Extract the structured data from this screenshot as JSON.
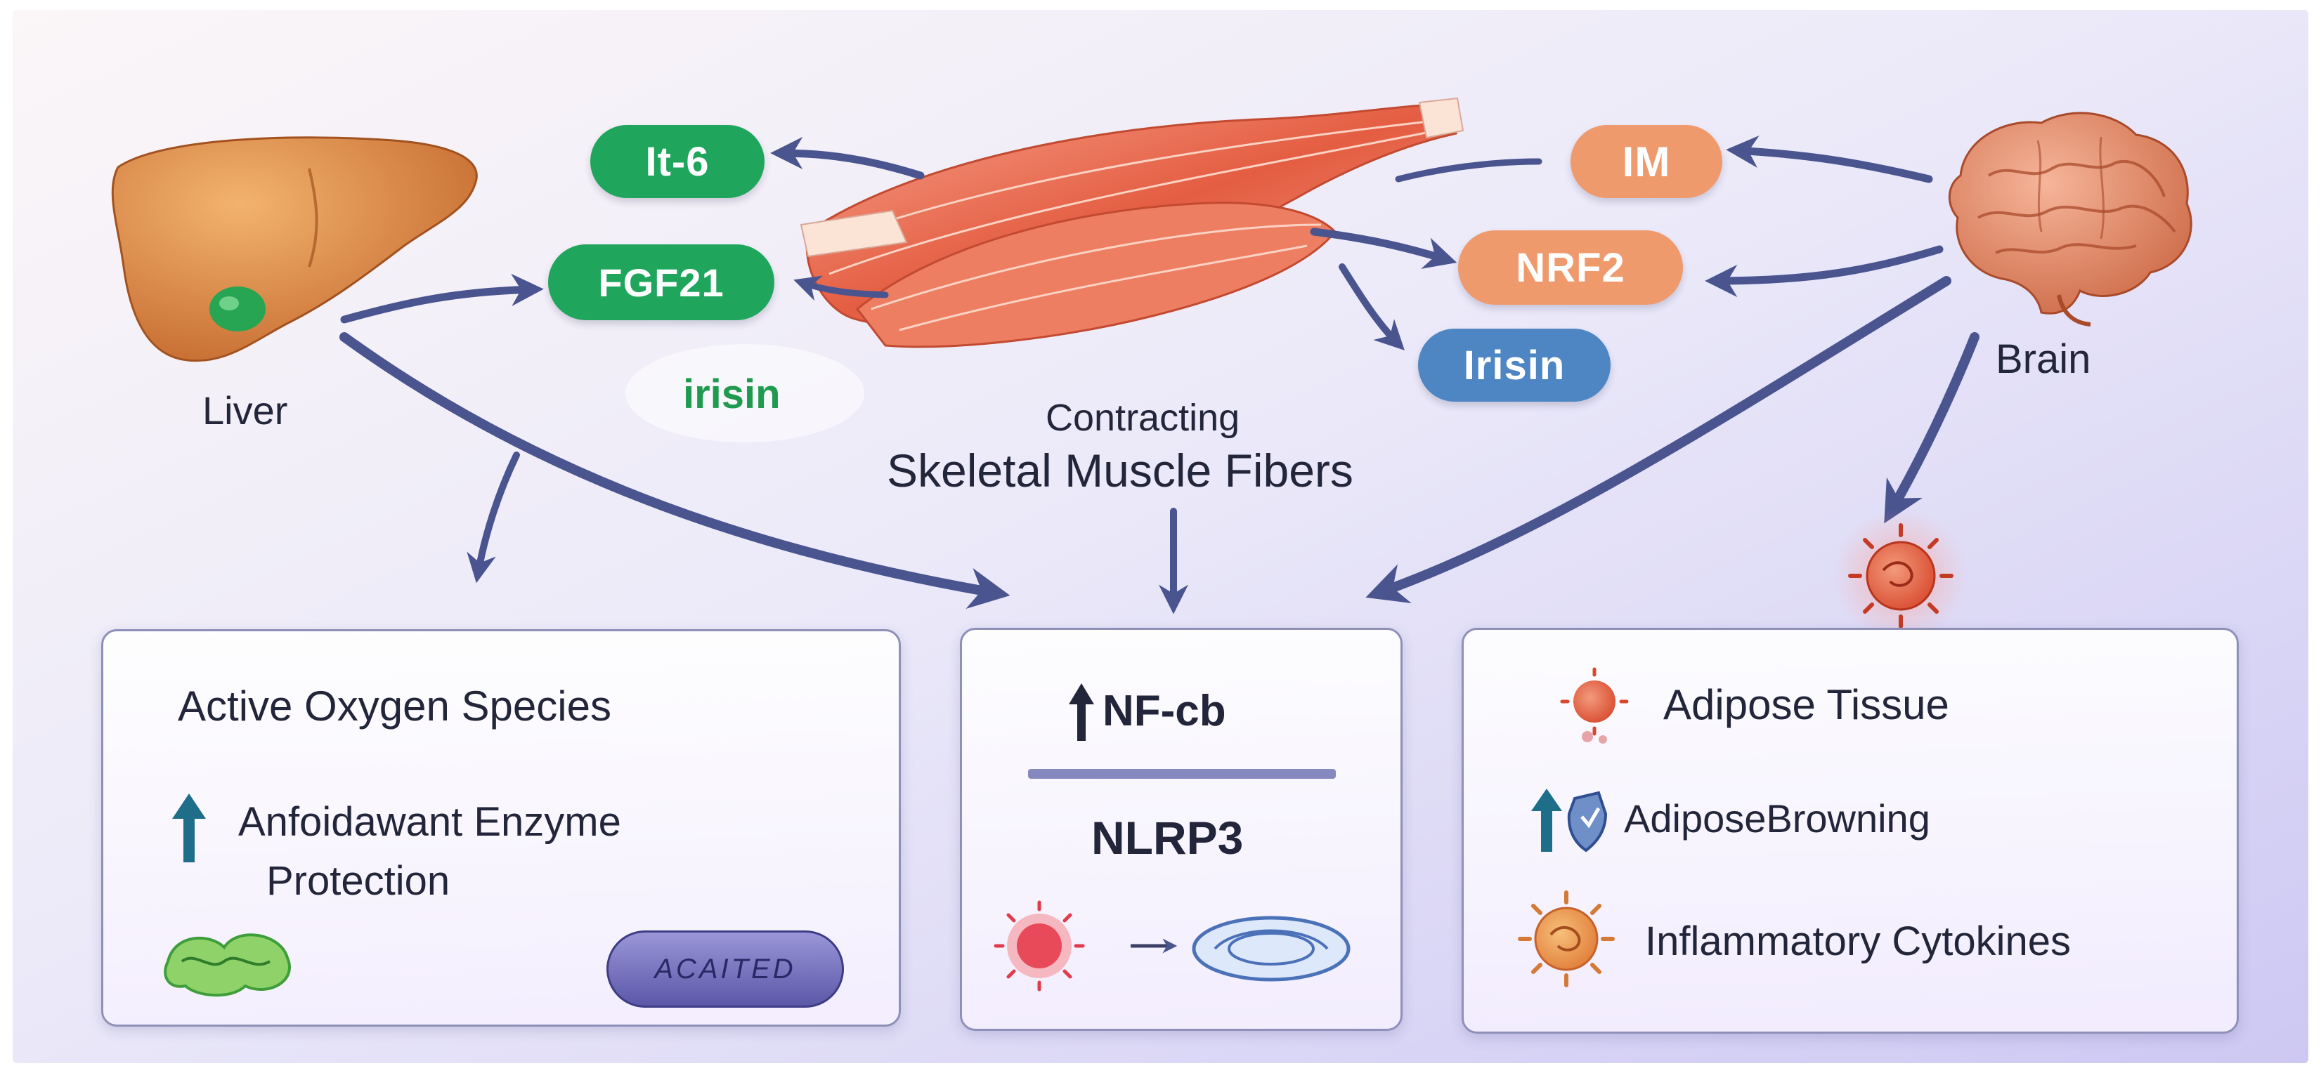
{
  "organs": {
    "liver_label": "Liver",
    "brain_label": "Brain",
    "muscle_label_line1": "Contracting",
    "muscle_label_line2": "Skeletal Muscle Fibers"
  },
  "left_markers": {
    "il6": "It-6",
    "fgf21": "FGF21",
    "irisin": "irisin"
  },
  "right_markers": {
    "im": "IM",
    "nrf2": "NRF2",
    "irisin": "Irisin"
  },
  "left_card": {
    "title": "Active Oxygen Species",
    "line1": "Anfoidawant Enzyme",
    "line2": "Protection",
    "mito_text": "ACAITED"
  },
  "center_card": {
    "nfkb": "NF-cb",
    "nlrp3": "NLRP3"
  },
  "right_card": {
    "line1": "Adipose Tissue",
    "line2": "AdiposeBrowning",
    "line3": "Inflammatory Cytokines"
  },
  "colors": {
    "green_pill": "#1fa65c",
    "orange_pill": "#ef9a6d",
    "blue_pill": "#4e86c3",
    "arrow": "#4a5590",
    "up_arrow": "#1e6e8a"
  }
}
